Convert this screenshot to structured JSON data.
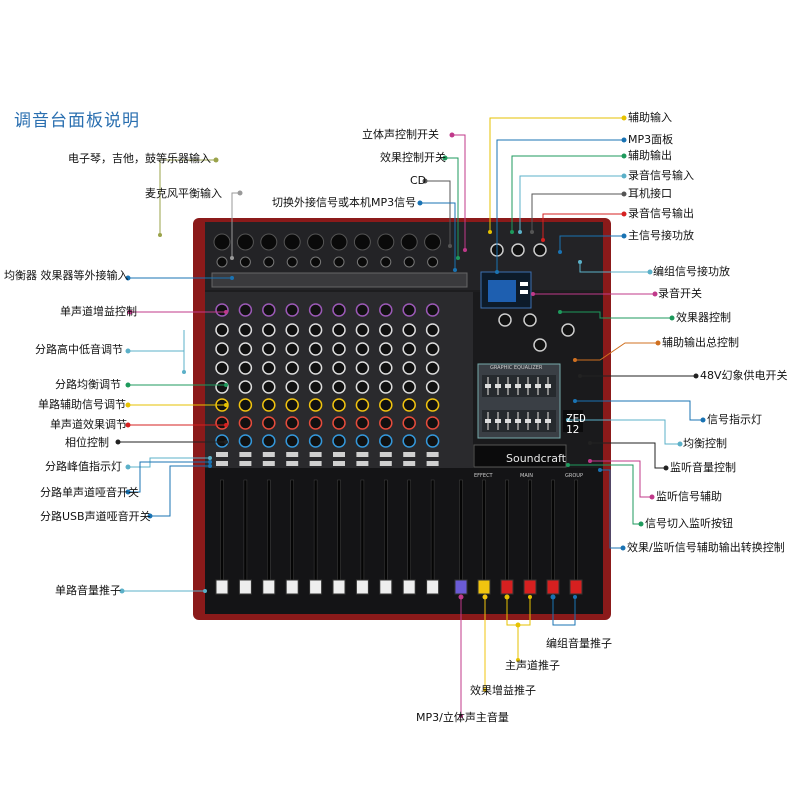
{
  "title": "调音台面板说明",
  "brand": "Soundcraft",
  "model_a": "ZED",
  "model_b": "12",
  "eq_title": "GRAPHIC EQUALIZER",
  "sections": {
    "main": "MAIN",
    "group": "GROUP",
    "effect": "EFFECT"
  },
  "left_labels": [
    "电子琴，吉他，鼓等乐器输入",
    "麦克风平衡输入",
    "均衡器 效果器等外接输入",
    "单声道增益控制",
    "分路高中低音调节",
    "分路均衡调节",
    "单路辅助信号调节",
    "单声道效果调节",
    "相位控制",
    "分路峰值指示灯",
    "分路单声道哑音开关",
    "分路USB声道哑音开关",
    "单路音量推子"
  ],
  "top_labels": [
    "立体声控制开关",
    "效果控制开关",
    "CD",
    "切换外接信号或本机MP3信号"
  ],
  "right_labels": [
    "辅助输入",
    "MP3面板",
    "辅助输出",
    "录音信号输入",
    "耳机接口",
    "录音信号输出",
    "主信号接功放",
    "编组信号接功放",
    "录音开关",
    "效果器控制",
    "辅助输出总控制",
    "48V幻象供电开关",
    "信号指示灯",
    "均衡控制",
    "监听音量控制",
    "监听信号辅助",
    "信号切入监听按钮",
    "效果/监听信号辅助输出转换控制"
  ],
  "bottom_labels": [
    "编组音量推子",
    "主声道推子",
    "效果增益推子",
    "MP3/立体声主音量"
  ]
}
